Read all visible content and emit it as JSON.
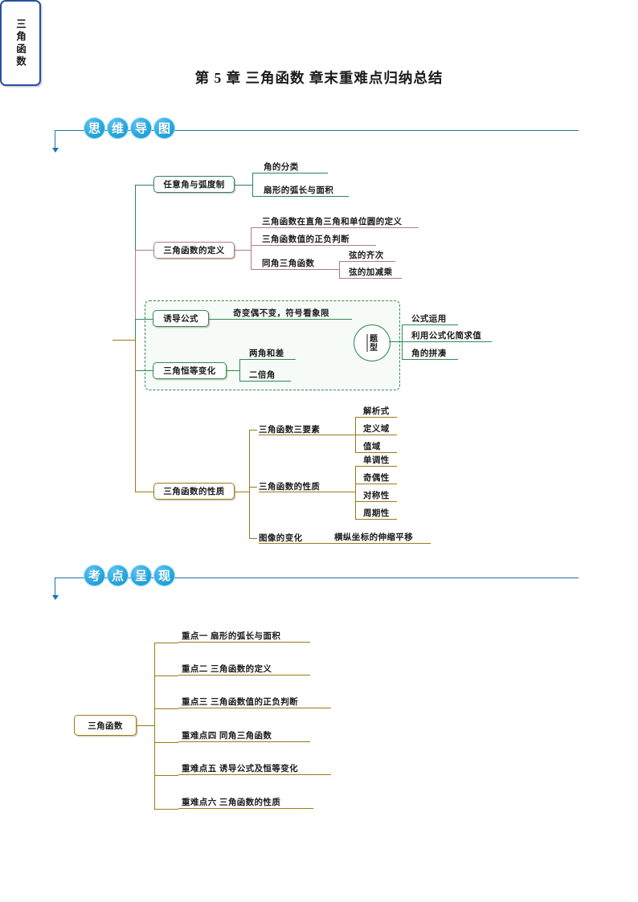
{
  "document": {
    "title": "第 5 章 三角函数 章末重难点归纳总结"
  },
  "sections": [
    {
      "id": "mindmap",
      "badges": [
        "思",
        "维",
        "导",
        "图"
      ]
    },
    {
      "id": "keypoints",
      "badges": [
        "考",
        "点",
        "呈",
        "现"
      ]
    }
  ],
  "colors": {
    "header_line": "#1a73a8",
    "badge": "#24a8e0",
    "root": "#2a4fa0",
    "branch_teal": "#2e7d72",
    "branch_rose": "#b07a86",
    "branch_green": "#2f8a4f",
    "branch_gold": "#9c7a16"
  },
  "mindmap": {
    "root": "三角函数",
    "branches": [
      {
        "label": "任意角与弧度制",
        "color": "teal",
        "children": [
          {
            "label": "角的分类"
          },
          {
            "label": "扇形的弧长与面积"
          }
        ]
      },
      {
        "label": "三角函数的定义",
        "color": "rose",
        "children": [
          {
            "label": "三角函数在直角三角和单位圆的定义"
          },
          {
            "label": "三角函数值的正负判断"
          },
          {
            "label": "同角三角函数",
            "children": [
              {
                "label": "弦的齐次"
              },
              {
                "label": "弦的加减乘"
              }
            ]
          }
        ]
      },
      {
        "label": "诱导公式",
        "color": "green",
        "children": [
          {
            "label": "奇变偶不变，符号看象限"
          }
        ]
      },
      {
        "label": "三角恒等变化",
        "color": "green",
        "children": [
          {
            "label": "两角和差"
          },
          {
            "label": "二倍角"
          }
        ]
      },
      {
        "label": "三角函数的性质",
        "color": "gold",
        "children": [
          {
            "label": "三角函数三要素",
            "children": [
              {
                "label": "解析式"
              },
              {
                "label": "定义域"
              },
              {
                "label": "值域"
              }
            ]
          },
          {
            "label": "三角函数的性质",
            "children": [
              {
                "label": "单调性"
              },
              {
                "label": "奇偶性"
              },
              {
                "label": "对称性"
              },
              {
                "label": "周期性"
              }
            ]
          },
          {
            "label": "图像的变化",
            "children": [
              {
                "label": "横纵坐标的伸缩平移"
              }
            ]
          }
        ]
      }
    ],
    "problem_type": {
      "label": "题型",
      "children": [
        {
          "label": "公式运用"
        },
        {
          "label": "利用公式化简求值"
        },
        {
          "label": "角的拼凑"
        }
      ]
    }
  },
  "keypoints": {
    "root": "三角函数",
    "items": [
      {
        "label": "重点一  扇形的弧长与面积"
      },
      {
        "label": "重点二   三角函数的定义"
      },
      {
        "label": "重点三  三角函数值的正负判断"
      },
      {
        "label": "重难点四  同角三角函数"
      },
      {
        "label": "重难点五  诱导公式及恒等变化"
      },
      {
        "label": "重难点六  三角函数的性质"
      }
    ]
  }
}
